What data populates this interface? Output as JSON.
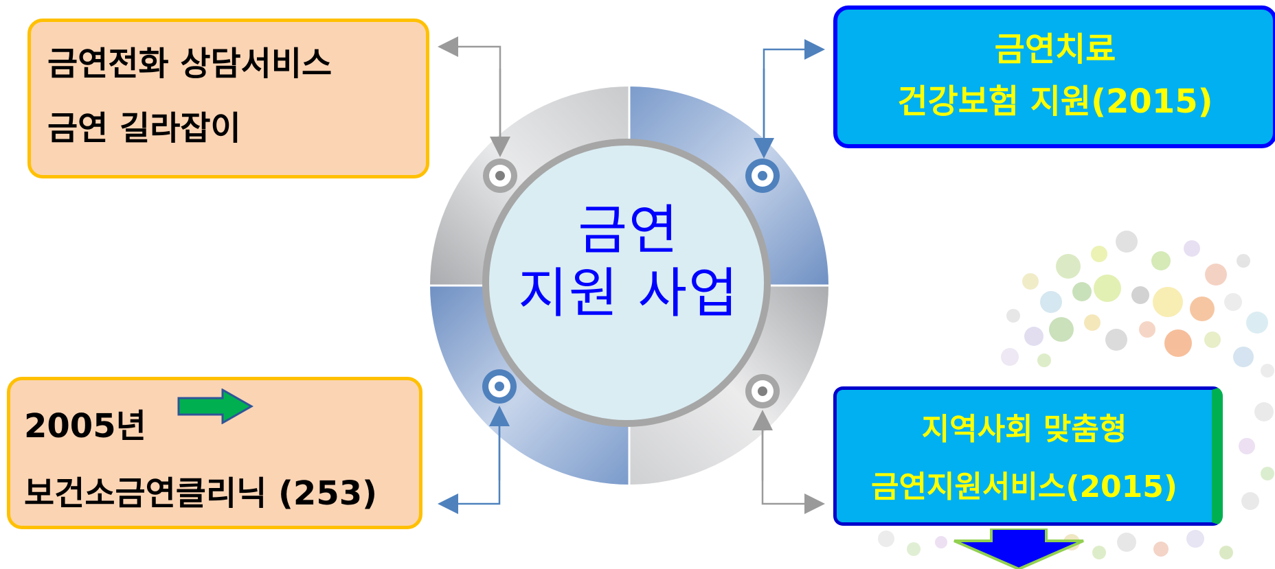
{
  "center": {
    "line1": "금연",
    "line2": "지원 사업"
  },
  "top_left": {
    "line1": "금연전화 상담서비스",
    "line2": "금연 길라잡이"
  },
  "bottom_left": {
    "year": "2005년",
    "line2": "보건소금연클리닉 (253)"
  },
  "top_right": {
    "line1": "금연치료",
    "line2": "건강보험 지원(2015)"
  },
  "bottom_right": {
    "line1": "지역사회 맞춤형",
    "line2": "금연지원서비스(2015)"
  },
  "colors": {
    "peach_box": "#fbd4b4",
    "gold_border": "#ffc000",
    "cyan_box": "#00b0f0",
    "blue_border": "#0000ff",
    "yellow_text": "#ffff00",
    "center_text": "#0000ff"
  },
  "icons": [
    "ring-segment",
    "target-dot-icon",
    "green-arrow-right-icon",
    "blue-arrow-down-icon"
  ]
}
